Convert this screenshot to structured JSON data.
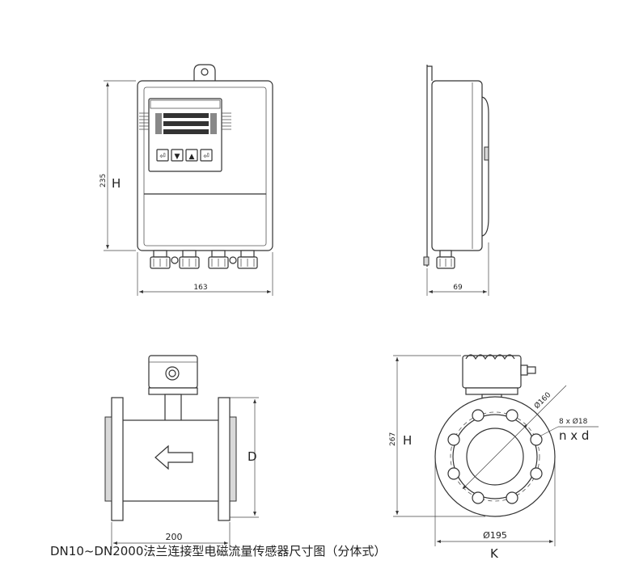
{
  "top_caption": "",
  "front_view": {
    "height_symbol": "H",
    "height_value": "235",
    "width_value": "163",
    "keys": [
      "⏎",
      "▼",
      "▲",
      "⏎"
    ]
  },
  "side_view": {
    "depth_value": "69"
  },
  "sensor_side": {
    "diameter_symbol": "D",
    "length_value": "200"
  },
  "sensor_front": {
    "height_symbol": "H",
    "height_value": "267",
    "bolt_circle": "Ø160",
    "holes": "8  x Ø18",
    "holes_symbol": "n x d",
    "flange_value": "Ø195",
    "flange_symbol": "K"
  },
  "caption": "DN10~DN2000法兰连接型电磁流量传感器尺寸图（分体式）"
}
